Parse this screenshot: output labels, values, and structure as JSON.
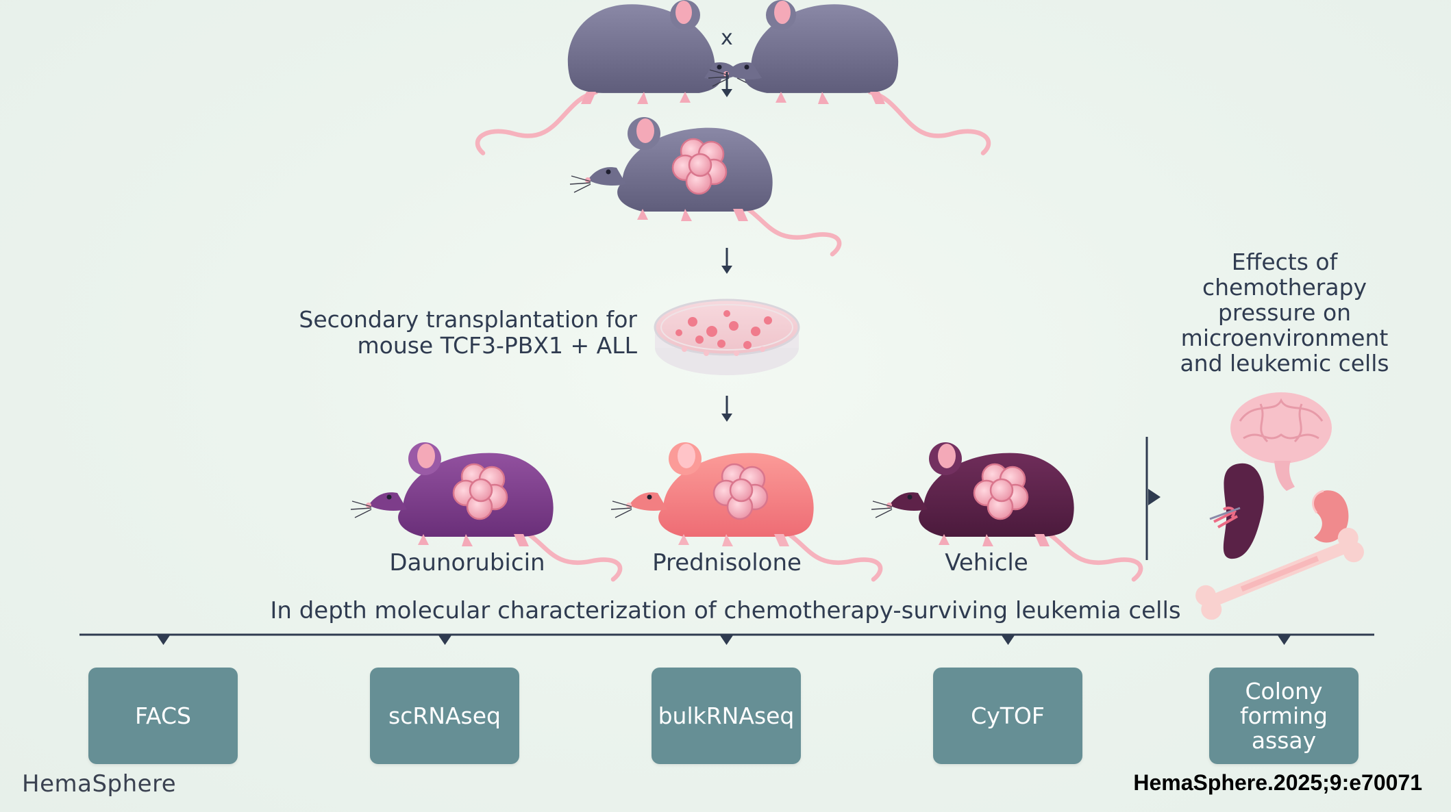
{
  "cross_symbol": "x",
  "secondary_label": "Secondary transplantation for\nmouse TCF3-PBX1 + ALL",
  "effects_label": "Effects of\nchemotherapy\npressure on\nmicroenvironment\nand leukemic cells",
  "treatments": [
    {
      "name": "Daunorubicin",
      "color": "#7a3d88"
    },
    {
      "name": "Prednisolone",
      "color": "#f47d80"
    },
    {
      "name": "Vehicle",
      "color": "#5a2247"
    }
  ],
  "characterization_label": "In depth molecular characterization of chemotherapy-surviving leukemia cells",
  "methods": [
    "FACS",
    "scRNAseq",
    "bulkRNAseq",
    "CyTOF",
    "Colony\nforming\nassay"
  ],
  "organs": [
    "brain-icon",
    "spleen-icon",
    "kidney-icon",
    "bone-icon"
  ],
  "brand": "HemaSphere",
  "citation": "HemaSphere.2025;9:e70071",
  "colors": {
    "line": "#2f3b50",
    "box": "#668f95",
    "mouse_gray": "#6e6c8a",
    "tumor": "#f2a6b4",
    "tail": "#f6b2bd"
  }
}
